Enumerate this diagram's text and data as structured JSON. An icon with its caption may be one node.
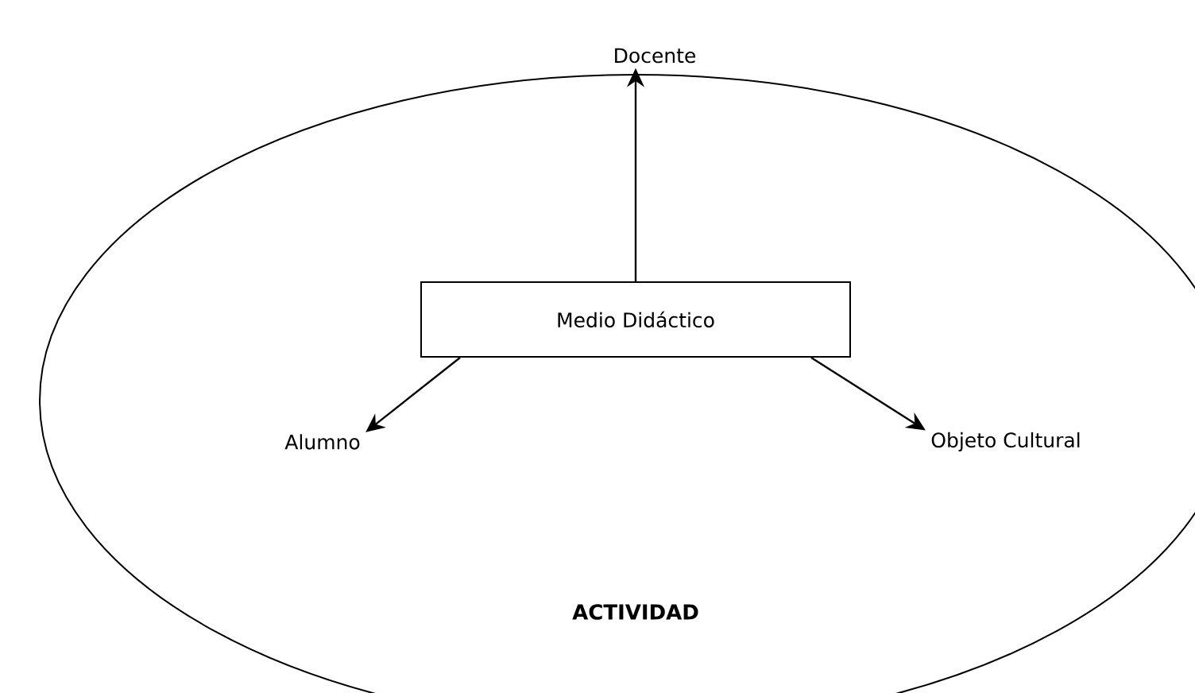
{
  "diagram": {
    "nodes": [
      {
        "text": [
          "ACTIVIDAD"
        ]
      },
      {
        "text": [
          "Docente"
        ]
      },
      {
        "text": [
          "Medio Didáctico"
        ],
        "in": 0
      },
      {
        "text": [
          "Alumno"
        ],
        "in": 0
      },
      {
        "text": [
          "Objeto Cultural"
        ],
        "in": 0
      }
    ],
    "edges": [
      {
        "from": 2,
        "to": 1,
        "arrow": "to"
      },
      {
        "from": 2,
        "to": 3,
        "arrow": "to"
      },
      {
        "from": 2,
        "to": 4,
        "arrow": "to"
      }
    ]
  }
}
